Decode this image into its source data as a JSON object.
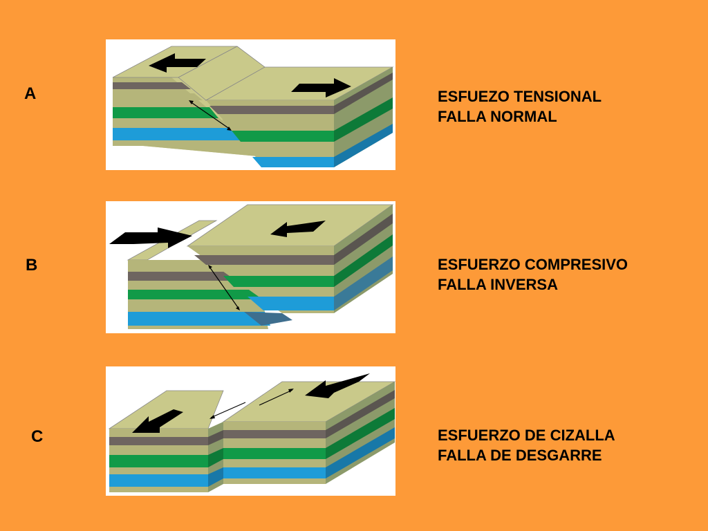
{
  "colors": {
    "background": "#FD9A38",
    "top_surface": "#C9C98A",
    "layer_tan": "#B5B57A",
    "layer_gray": "#6E6560",
    "layer_green": "#119A48",
    "layer_blue": "#1E9CD8",
    "arrow": "#000000"
  },
  "items": [
    {
      "label": "A",
      "line1": "ESFUEZO TENSIONAL",
      "line2": "FALLA NORMAL",
      "icon": "normal-fault-block-diagram"
    },
    {
      "label": "B",
      "line1": "ESFUERZO COMPRESIVO",
      "line2": "FALLA INVERSA",
      "icon": "reverse-fault-block-diagram"
    },
    {
      "label": "C",
      "line1": "ESFUERZO DE CIZALLA",
      "line2": "FALLA DE DESGARRE",
      "icon": "strike-slip-fault-block-diagram"
    }
  ]
}
